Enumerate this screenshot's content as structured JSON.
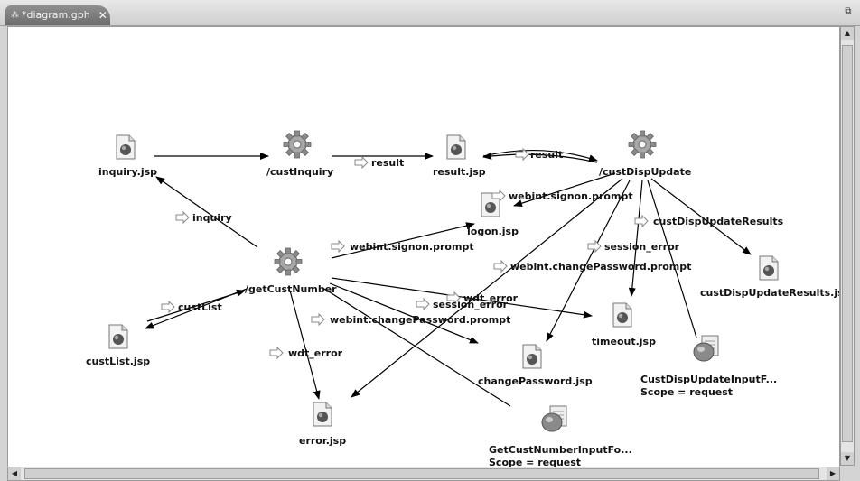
{
  "tab": {
    "title": "*diagram.gph",
    "close": "✕"
  },
  "window": {
    "restore": "⧉"
  },
  "nodes": {
    "inquiry_jsp": "inquiry.jsp",
    "cust_inquiry": "/custInquiry",
    "result_jsp": "result.jsp",
    "cust_disp_update": "/custDispUpdate",
    "logon_jsp": "logon.jsp",
    "get_cust_number": "/getCustNumber",
    "cust_list_jsp": "custList.jsp",
    "error_jsp": "error.jsp",
    "change_password_jsp": "changePassword.jsp",
    "timeout_jsp": "timeout.jsp",
    "cust_disp_update_results_jsp": "custDispUpdateResults.jsp",
    "cust_disp_update_form": "CustDispUpdateInputF...",
    "cust_disp_update_form_scope": "Scope = request",
    "get_cust_number_form": "GetCustNumberInputFo...",
    "get_cust_number_form_scope": "Scope = request"
  },
  "edges": {
    "result_1": "result",
    "result_2": "result",
    "inquiry": "inquiry",
    "signon_1": "webint.signon.prompt",
    "signon_2": "webint.signon.prompt",
    "cust_disp_update_results": "custDispUpdateResults",
    "session_error_1": "session_error",
    "session_error_2": "session_error",
    "change_password_1": "webint.changePassword.prompt",
    "change_password_2": "webint.changePassword.prompt",
    "wdt_error_1": "wdt_error",
    "wdt_error_2": "wdt_error",
    "cust_list": "custList"
  },
  "icons": {
    "jsp": "jsp-page-icon",
    "action": "gear-action-icon",
    "form_bean": "form-bean-icon",
    "forward": "forward-arrow-icon"
  },
  "colors": {
    "canvas": "#ffffff",
    "tab": "#7a7a7a",
    "gear": "#9a9a9a"
  }
}
